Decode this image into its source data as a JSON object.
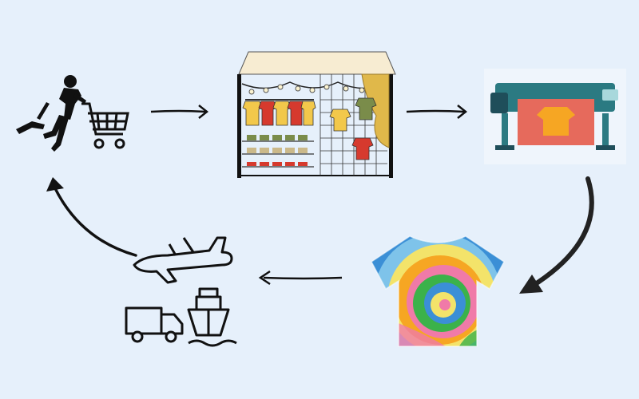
{
  "colors": {
    "background": "#e6f0fb",
    "ink": "#111111",
    "shirt_yellow": "#f2c84b",
    "shirt_red": "#d63a2e",
    "shirt_green": "#7a8c4a",
    "stall_roof": "#f7ecd2",
    "printer_teal": "#2b7a82",
    "printer_red": "#e66a5c",
    "shirt_orange": "#f6a623"
  },
  "nodes": [
    {
      "id": "shopper",
      "icon": "shopping-cart-runner-icon"
    },
    {
      "id": "clothing-store",
      "icon": "clothing-store-icon"
    },
    {
      "id": "printer",
      "icon": "large-format-printer-icon"
    },
    {
      "id": "tie-dye-shirt",
      "icon": "tie-dye-tshirt-icon"
    },
    {
      "id": "shipping",
      "icon": "airplane-truck-ship-icon"
    }
  ],
  "edges": [
    {
      "from": "shopper",
      "to": "clothing-store"
    },
    {
      "from": "clothing-store",
      "to": "printer"
    },
    {
      "from": "printer",
      "to": "tie-dye-shirt"
    },
    {
      "from": "tie-dye-shirt",
      "to": "shipping"
    },
    {
      "from": "shipping",
      "to": "shopper"
    }
  ]
}
